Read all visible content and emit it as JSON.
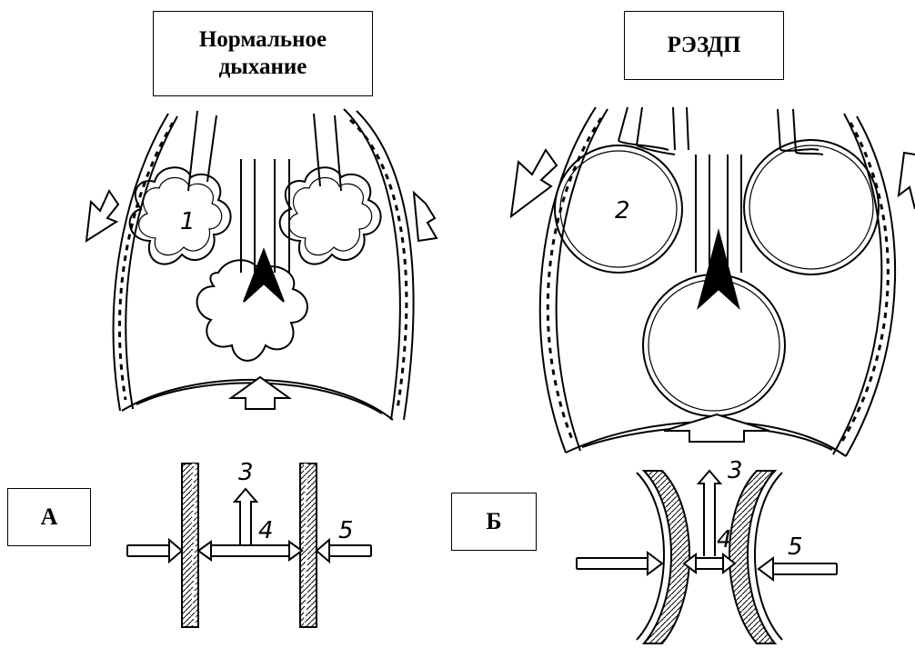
{
  "titles": {
    "normal_line1": "Нормальное",
    "normal_line2": "дыхание",
    "rezdp": "РЭЗДП"
  },
  "panel_labels": {
    "a": "А",
    "b": "Б"
  },
  "callouts": {
    "n1": "1",
    "n2": "2",
    "n3a": "3",
    "n4a": "4",
    "n5a": "5",
    "n3b": "3",
    "n4b": "4",
    "n5b": "5"
  }
}
